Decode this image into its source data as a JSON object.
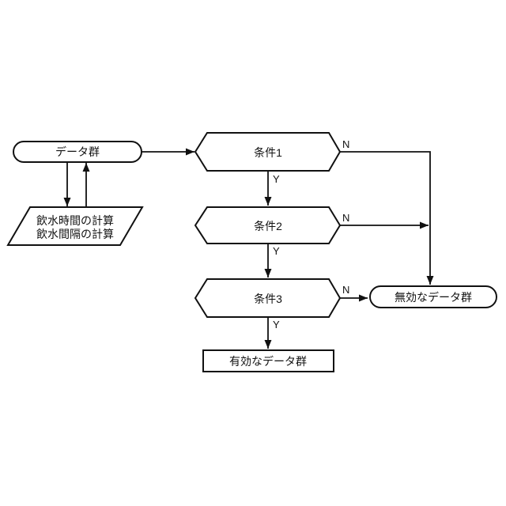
{
  "diagram": {
    "type": "flowchart",
    "background_color": "#ffffff",
    "line_color": "#111111",
    "nodes": {
      "data_group": {
        "shape": "terminator",
        "label": "データ群"
      },
      "calc": {
        "shape": "parallelogram",
        "line1": "飲水時間の計算",
        "line2": "飲水間隔の計算"
      },
      "cond1": {
        "shape": "decision-hexagon",
        "label": "条件1"
      },
      "cond2": {
        "shape": "decision-hexagon",
        "label": "条件2"
      },
      "cond3": {
        "shape": "decision-hexagon",
        "label": "条件3"
      },
      "invalid": {
        "shape": "terminator",
        "label": "無効なデータ群"
      },
      "valid": {
        "shape": "process",
        "label": "有効なデータ群"
      }
    },
    "branch_labels": {
      "yes": "Y",
      "no": "N"
    },
    "edges": [
      {
        "from": "data_group",
        "to": "cond1",
        "label": ""
      },
      {
        "from": "data_group",
        "to": "calc",
        "label": ""
      },
      {
        "from": "calc",
        "to": "data_group",
        "label": ""
      },
      {
        "from": "cond1",
        "to": "cond2",
        "label": "Y"
      },
      {
        "from": "cond1",
        "to": "invalid",
        "label": "N"
      },
      {
        "from": "cond2",
        "to": "cond3",
        "label": "Y"
      },
      {
        "from": "cond2",
        "to": "invalid",
        "label": "N"
      },
      {
        "from": "cond3",
        "to": "valid",
        "label": "Y"
      },
      {
        "from": "cond3",
        "to": "invalid",
        "label": "N"
      }
    ]
  }
}
